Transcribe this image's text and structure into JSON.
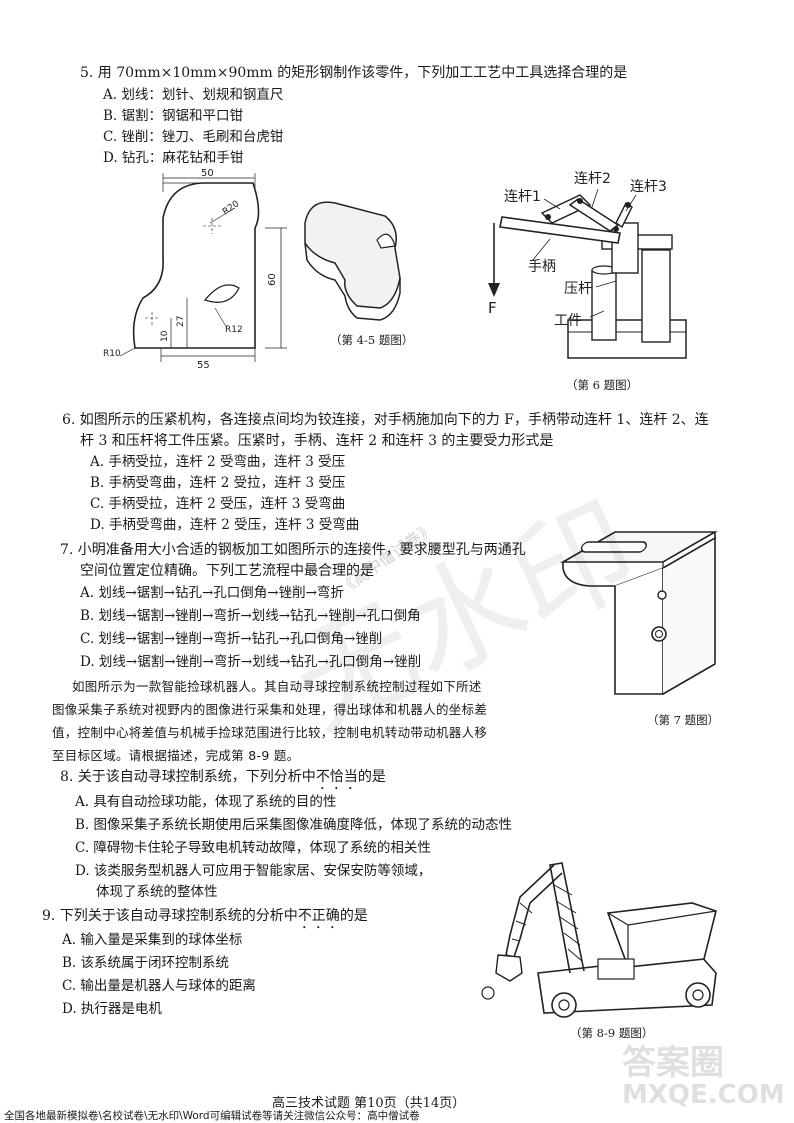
{
  "q5": {
    "stem": "5. 用 70mm×10mm×90mm 的矩形钢制作该零件，下列加工工艺中工具选择合理的是",
    "options": [
      "A. 划线：划针、划规和钢直尺",
      "B. 锯割：钢锯和平口钳",
      "C. 锉削：锉刀、毛刷和台虎钳",
      "D. 钻孔：麻花钻和手钳"
    ]
  },
  "fig45": {
    "caption": "（第 4-5 题图）",
    "dims": {
      "top": "50",
      "r20": "R20",
      "right": "60",
      "bottom": "55",
      "r10": "R10",
      "r12": "R12",
      "h27": "27",
      "h10": "10"
    }
  },
  "fig6": {
    "caption": "（第 6 题图）",
    "labels": {
      "link1": "连杆1",
      "link2": "连杆2",
      "link3": "连杆3",
      "handle": "手柄",
      "force": "F",
      "presser": "压杆",
      "work": "工件"
    }
  },
  "q6": {
    "stem_line1": "6. 如图所示的压紧机构，各连接点间均为铰连接，对手柄施加向下的力 F，手柄带动连杆 1、连杆 2、连",
    "stem_line2": "杆 3 和压杆将工件压紧。压紧时，手柄、连杆 2 和连杆 3 的主要受力形式是",
    "options": [
      "A. 手柄受拉，连杆 2 受弯曲，连杆 3 受压",
      "B. 手柄受弯曲，连杆 2 受拉，连杆 3 受压",
      "C. 手柄受拉，连杆 2 受压，连杆 3 受弯曲",
      "D. 手柄受弯曲，连杆 2 受压，连杆 3 受弯曲"
    ]
  },
  "q7": {
    "stem_line1": "7. 小明准备用大小合适的钢板加工如图所示的连接件，要求腰型孔与两通孔",
    "stem_line2": "空间位置定位精确。下列工艺流程中最合理的是",
    "options": [
      "A. 划线→锯割→钻孔→孔口倒角→锉削→弯折",
      "B. 划线→锯割→锉削→弯折→划线→钻孔→锉削→孔口倒角",
      "C. 划线→锯割→锉削→弯折→钻孔→孔口倒角→锉削",
      "D. 划线→锯割→锉削→弯折→划线→钻孔→孔口倒角→锉削"
    ]
  },
  "fig7": {
    "caption": "（第 7 题图）"
  },
  "intro": {
    "lines": [
      "如图所示为一款智能捡球机器人。其自动寻球控制系统控制过程如下所述",
      "图像采集子系统对视野内的图像进行采集和处理，得出球体和机器人的坐标差",
      "值，控制中心将差值与机械手捡球范围进行比较，控制电机转动带动机器人移",
      "至目标区域。请根据描述，完成第 8-9 题。"
    ]
  },
  "q8": {
    "stem_pre": "8. 关于该自动寻球控制系统，下列分析中",
    "stem_emph": "不恰当",
    "stem_post": "的是",
    "options": [
      "A. 具有自动捡球功能，体现了系统的目的性",
      "B. 图像采集子系统长期使用后采集图像准确度降低，体现了系统的动态性",
      "C. 障碍物卡住轮子导致电机转动故障，体现了系统的相关性",
      "D. 该类服务型机器人可应用于智能家居、安保安防等领域，"
    ],
    "option_d_cont": "体现了系统的整体性"
  },
  "q9": {
    "stem_pre": "9. 下列关于该自动寻球控制系统的分析中",
    "stem_emph": "不正确",
    "stem_post": "的是",
    "options": [
      "A. 输入量是采集到的球体坐标",
      "B. 该系统属于闭环控制系统",
      "C. 输出量是机器人与球体的距离",
      "D. 执行器是电机"
    ]
  },
  "fig89": {
    "caption": "（第 8-9 题图）"
  },
  "footer": {
    "page": "高三技术试题 第10页（共14页）",
    "banner": "全国各地最新模拟卷\\名校试卷\\无水印\\Word可编辑试卷等请关注微信公众号：高中僧试卷"
  },
  "watermark": {
    "main": "无水印",
    "sub": "《高中僧试卷》",
    "logo": "答案圈",
    "site": "MXQE.COM"
  }
}
